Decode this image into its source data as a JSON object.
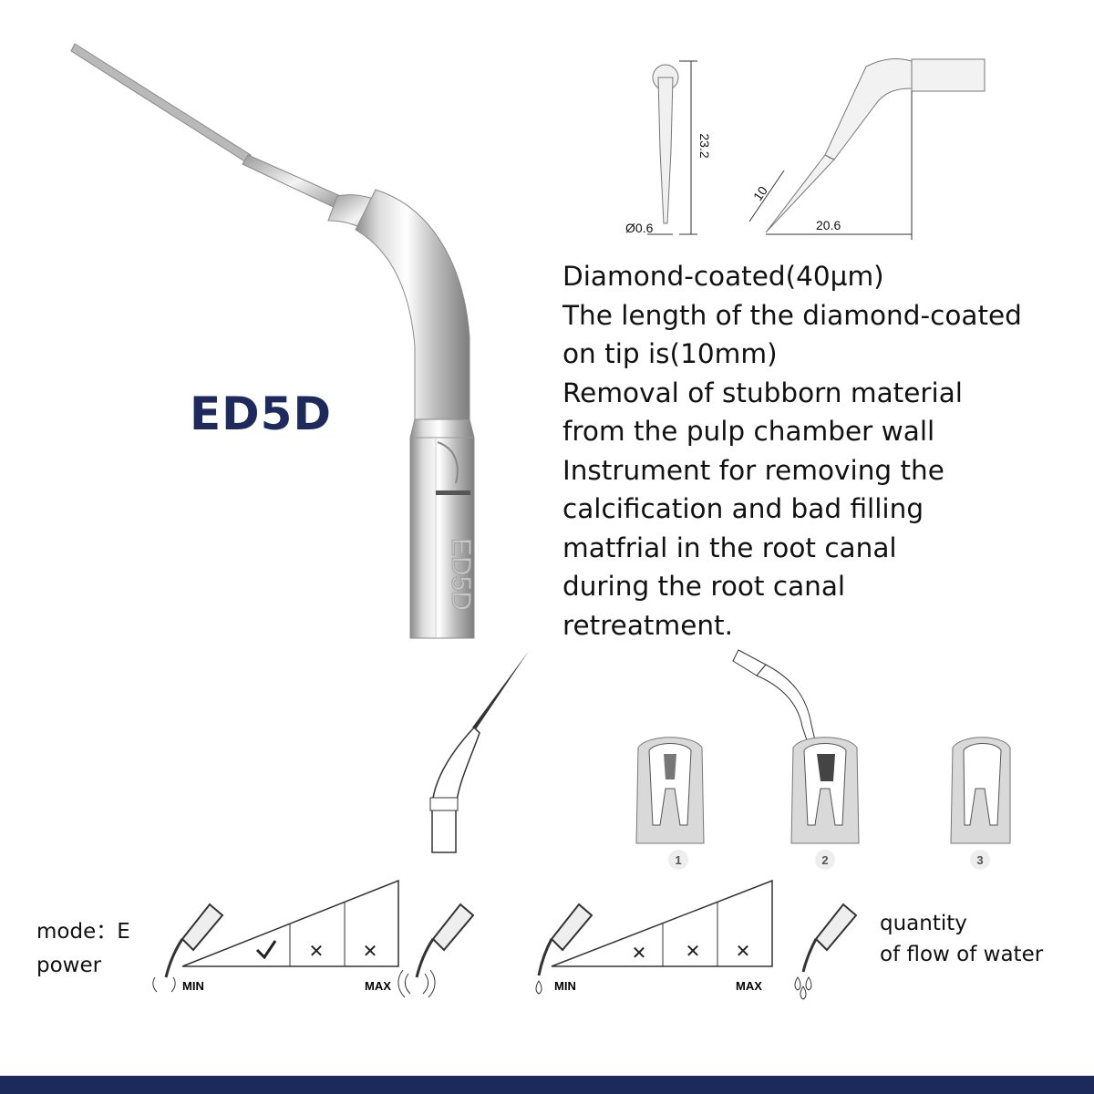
{
  "product": {
    "code": "ED5D",
    "engraving": "ED5D"
  },
  "description_lines": [
    "Diamond-coated(40µm)",
    "The length of the diamond-coated",
    "on tip is(10mm)",
    "Removal of stubborn material",
    "from the pulp chamber wall",
    "Instrument for removing the",
    "calcification and bad filling",
    "matfrial in the root canal",
    "during the root canal",
    "retreatment."
  ],
  "dimensions": {
    "diameter": "Ø0.6",
    "length": "23.2",
    "coated_length": "10",
    "reach": "20.6"
  },
  "steps": [
    "1",
    "2",
    "3"
  ],
  "power": {
    "mode_label": "mode：E",
    "power_label": "power",
    "min": "MIN",
    "max": "MAX",
    "settings": [
      "ok",
      "no",
      "no"
    ]
  },
  "water": {
    "label_line1": "quantity",
    "label_line2": "of flow of water",
    "min": "MIN",
    "max": "MAX",
    "settings": [
      "no",
      "no",
      "no"
    ]
  },
  "colors": {
    "title": "#1f2a5c",
    "footer": "#1c2a5b"
  }
}
